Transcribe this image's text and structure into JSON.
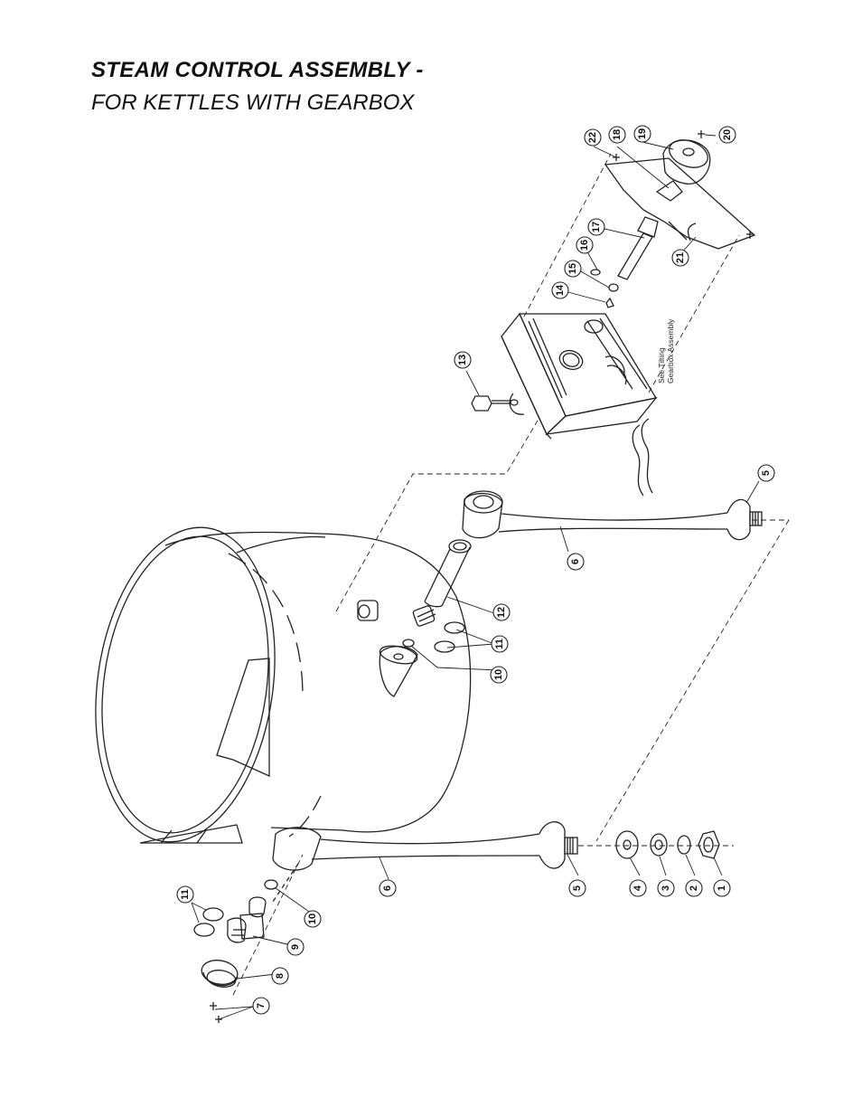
{
  "header": {
    "title": "STEAM CONTROL ASSEMBLY -",
    "subtitle": "FOR KETTLES WITH GEARBOX"
  },
  "diagram": {
    "note_line1": "See Tilting",
    "note_line2": "Gearbox Assembly",
    "callouts": [
      {
        "id": "c1",
        "label": "1"
      },
      {
        "id": "c2",
        "label": "2"
      },
      {
        "id": "c3",
        "label": "3"
      },
      {
        "id": "c4",
        "label": "4"
      },
      {
        "id": "c5a",
        "label": "5"
      },
      {
        "id": "c5b",
        "label": "5"
      },
      {
        "id": "c6a",
        "label": "6"
      },
      {
        "id": "c6b",
        "label": "6"
      },
      {
        "id": "c7",
        "label": "7"
      },
      {
        "id": "c8",
        "label": "8"
      },
      {
        "id": "c9",
        "label": "9"
      },
      {
        "id": "c10a",
        "label": "10"
      },
      {
        "id": "c10b",
        "label": "10"
      },
      {
        "id": "c11a",
        "label": "11"
      },
      {
        "id": "c11b",
        "label": "11"
      },
      {
        "id": "c12",
        "label": "12"
      },
      {
        "id": "c13",
        "label": "13"
      },
      {
        "id": "c14",
        "label": "14"
      },
      {
        "id": "c15",
        "label": "15"
      },
      {
        "id": "c16",
        "label": "16"
      },
      {
        "id": "c17",
        "label": "17"
      },
      {
        "id": "c18",
        "label": "18"
      },
      {
        "id": "c19",
        "label": "19"
      },
      {
        "id": "c20",
        "label": "20"
      },
      {
        "id": "c21",
        "label": "21"
      },
      {
        "id": "c22",
        "label": "22"
      }
    ]
  }
}
